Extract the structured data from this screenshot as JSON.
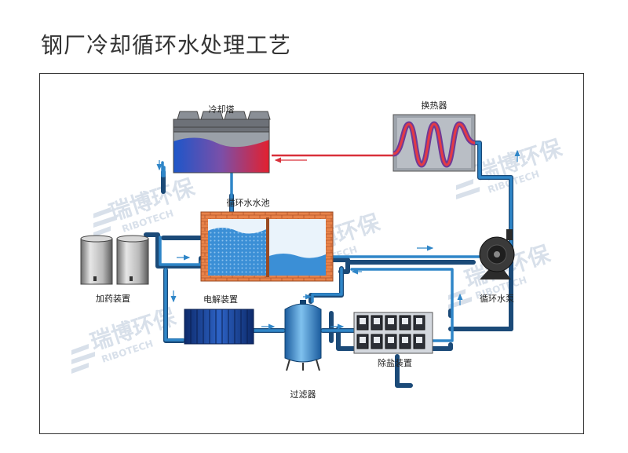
{
  "title": "钢厂冷却循环水处理工艺",
  "watermark": {
    "name": "瑞博环保",
    "en": "RIBOTECH"
  },
  "components": {
    "cooling_tower": "冷却塔",
    "heat_exchanger": "换热器",
    "circulating_pool": "循环水水池",
    "dosing_device": "加药装置",
    "electrolysis_device": "电解装置",
    "filter": "过滤器",
    "desalination_device": "除盐装置",
    "circulating_pump": "循环水泵"
  },
  "colors": {
    "pipe": "#2f86c8",
    "pipe_outline": "#1b4a78",
    "hot_line": "#d9303a",
    "pool_wall": "#e8834a",
    "water": "#3b8fd6"
  }
}
